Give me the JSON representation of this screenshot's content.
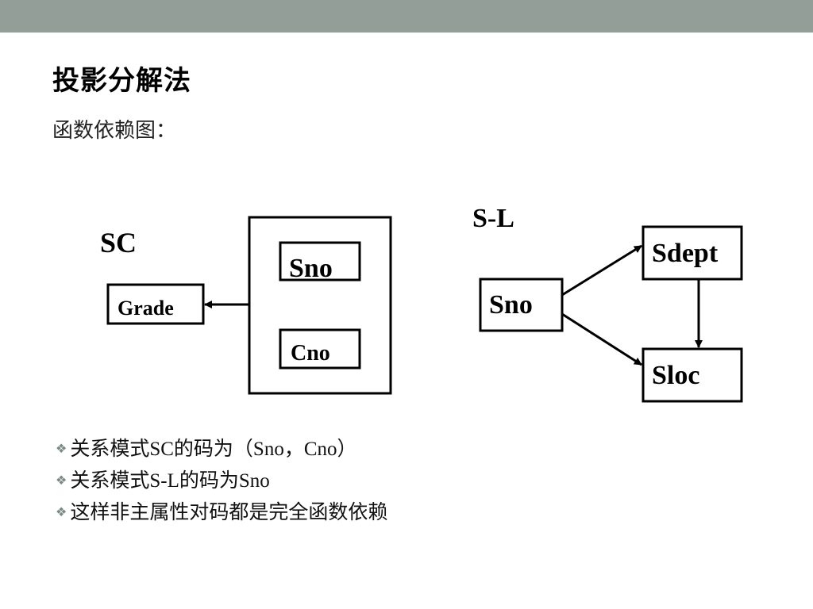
{
  "slide": {
    "title": "投影分解法",
    "subtitle": "函数依赖图："
  },
  "diagram_sc": {
    "label": "SC",
    "nodes": {
      "sno": "Sno",
      "cno": "Cno",
      "grade": "Grade"
    }
  },
  "diagram_sl": {
    "label": "S-L",
    "nodes": {
      "sno": "Sno",
      "sdept": "Sdept",
      "sloc": "Sloc"
    }
  },
  "bullets": [
    "关系模式SC的码为（Sno，Cno）",
    "关系模式S-L的码为Sno",
    "这样非主属性对码都是完全函数依赖"
  ],
  "colors": {
    "top_bar": "#949e98",
    "bullet_icon": "#7a8a80"
  },
  "icons": {
    "bullet": "diamond-bullet-icon"
  }
}
